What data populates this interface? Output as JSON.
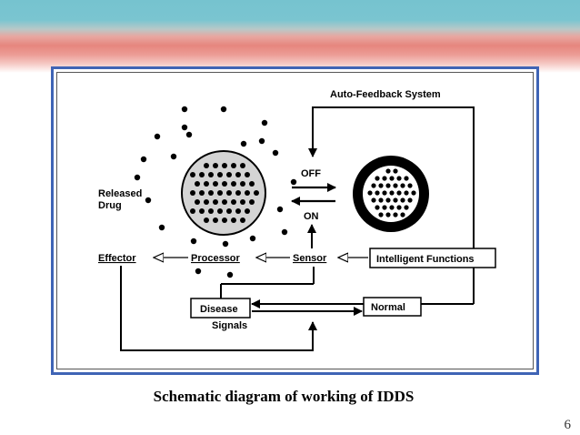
{
  "slide": {
    "caption": "Schematic diagram of working of IDDS",
    "page_number": "6",
    "colors": {
      "frame_border": "#3f64b5",
      "header_teal": "#76c3cf",
      "header_salmon": "#e6867e"
    }
  },
  "diagram": {
    "labels": {
      "auto_feedback": "Auto-Feedback System",
      "off": "OFF",
      "on": "ON",
      "released_drug_line1": "Released",
      "released_drug_line2": "Drug",
      "effector": "Effector",
      "processor": "Processor",
      "sensor": "Sensor",
      "intelligent_functions": "Intelligent Functions",
      "disease": "Disease",
      "signals": "Signals",
      "normal": "Normal"
    }
  }
}
